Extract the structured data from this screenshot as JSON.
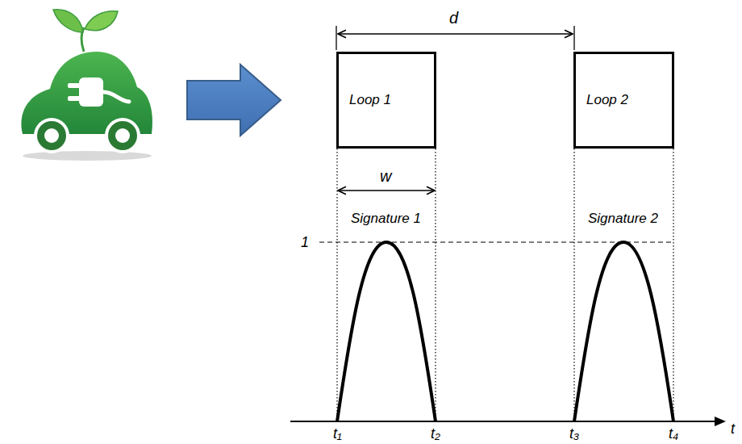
{
  "diagram": {
    "nodes": [
      {
        "text": [
          "Loop 1"
        ]
      },
      {
        "text": [
          "Loop 2"
        ]
      }
    ],
    "labels": [
      "d",
      "w",
      "Signature 1",
      "Signature 2",
      "1",
      "t₁",
      "t₂",
      "t₃",
      "t₄",
      "t"
    ]
  }
}
